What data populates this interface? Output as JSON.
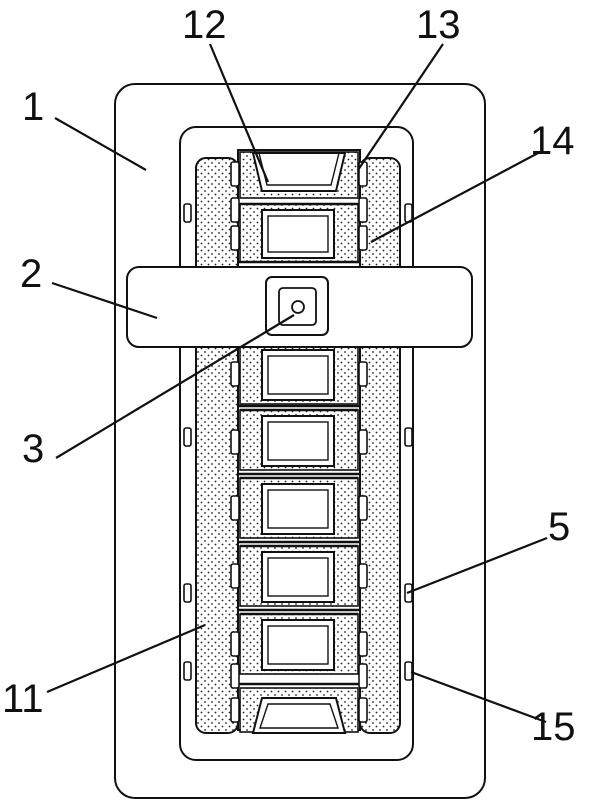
{
  "labels": {
    "l1": "1",
    "l2": "2",
    "l3": "3",
    "l5": "5",
    "l11": "11",
    "l12": "12",
    "l13": "13",
    "l14": "14",
    "l15": "15"
  },
  "colors": {
    "line": "#111111",
    "background": "#ffffff"
  }
}
